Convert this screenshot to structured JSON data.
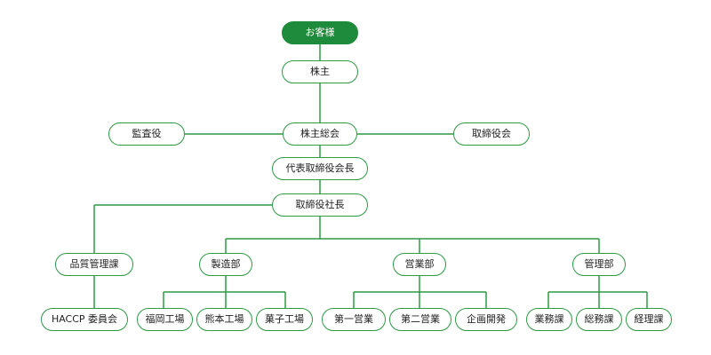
{
  "chart": {
    "nodes": {
      "customer": "お客様",
      "shareholders": "株主",
      "auditor": "監査役",
      "general_meeting": "株主総会",
      "board": "取締役会",
      "chairman": "代表取締役会長",
      "president": "取締役社長",
      "quality": "品質管理課",
      "haccp": "HACCP 委員会",
      "manufacturing": "製造部",
      "fukuoka": "福岡工場",
      "kumamoto": "熊本工場",
      "confectionery": "菓子工場",
      "sales": "営業部",
      "sales1": "第一営業",
      "sales2": "第二営業",
      "planning": "企画開発",
      "admin": "管理部",
      "operations": "業務課",
      "general_affairs": "総務課",
      "accounting": "経理課"
    },
    "colors": {
      "accent": "#1e8a3c",
      "line": "#2e9a44"
    }
  }
}
